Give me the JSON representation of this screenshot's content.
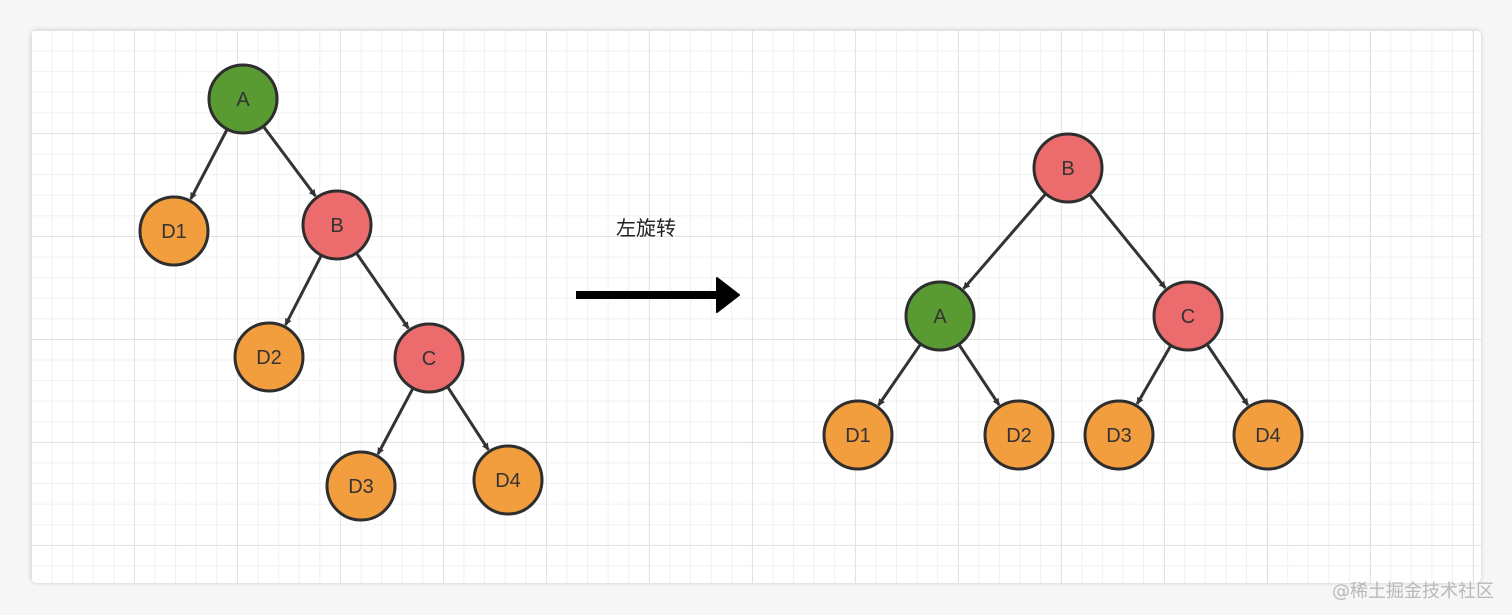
{
  "caption": "左旋转",
  "watermark": "@稀土掘金技术社区",
  "colors": {
    "green_node": "#5a9a32",
    "red_node": "#ec6c6e",
    "orange_node": "#f29e3f",
    "outline": "#2e2e2e",
    "edge": "#333333",
    "big_arrow": "#000000"
  },
  "trees": [
    {
      "name": "before",
      "nodes": [
        {
          "id": "l-A",
          "label": "A",
          "color": "green"
        },
        {
          "id": "l-D1",
          "label": "D1",
          "color": "orange"
        },
        {
          "id": "l-B",
          "label": "B",
          "color": "red"
        },
        {
          "id": "l-D2",
          "label": "D2",
          "color": "orange"
        },
        {
          "id": "l-C",
          "label": "C",
          "color": "red"
        },
        {
          "id": "l-D3",
          "label": "D3",
          "color": "orange"
        },
        {
          "id": "l-D4",
          "label": "D4",
          "color": "orange"
        }
      ],
      "edges": [
        [
          "l-A",
          "l-D1"
        ],
        [
          "l-A",
          "l-B"
        ],
        [
          "l-B",
          "l-D2"
        ],
        [
          "l-B",
          "l-C"
        ],
        [
          "l-C",
          "l-D3"
        ],
        [
          "l-C",
          "l-D4"
        ]
      ]
    },
    {
      "name": "after",
      "nodes": [
        {
          "id": "r-B",
          "label": "B",
          "color": "red"
        },
        {
          "id": "r-A",
          "label": "A",
          "color": "green"
        },
        {
          "id": "r-C",
          "label": "C",
          "color": "red"
        },
        {
          "id": "r-D1",
          "label": "D1",
          "color": "orange"
        },
        {
          "id": "r-D2",
          "label": "D2",
          "color": "orange"
        },
        {
          "id": "r-D3",
          "label": "D3",
          "color": "orange"
        },
        {
          "id": "r-D4",
          "label": "D4",
          "color": "orange"
        }
      ],
      "edges": [
        [
          "r-B",
          "r-A"
        ],
        [
          "r-B",
          "r-C"
        ],
        [
          "r-A",
          "r-D1"
        ],
        [
          "r-A",
          "r-D2"
        ],
        [
          "r-C",
          "r-D3"
        ],
        [
          "r-C",
          "r-D4"
        ]
      ]
    }
  ]
}
